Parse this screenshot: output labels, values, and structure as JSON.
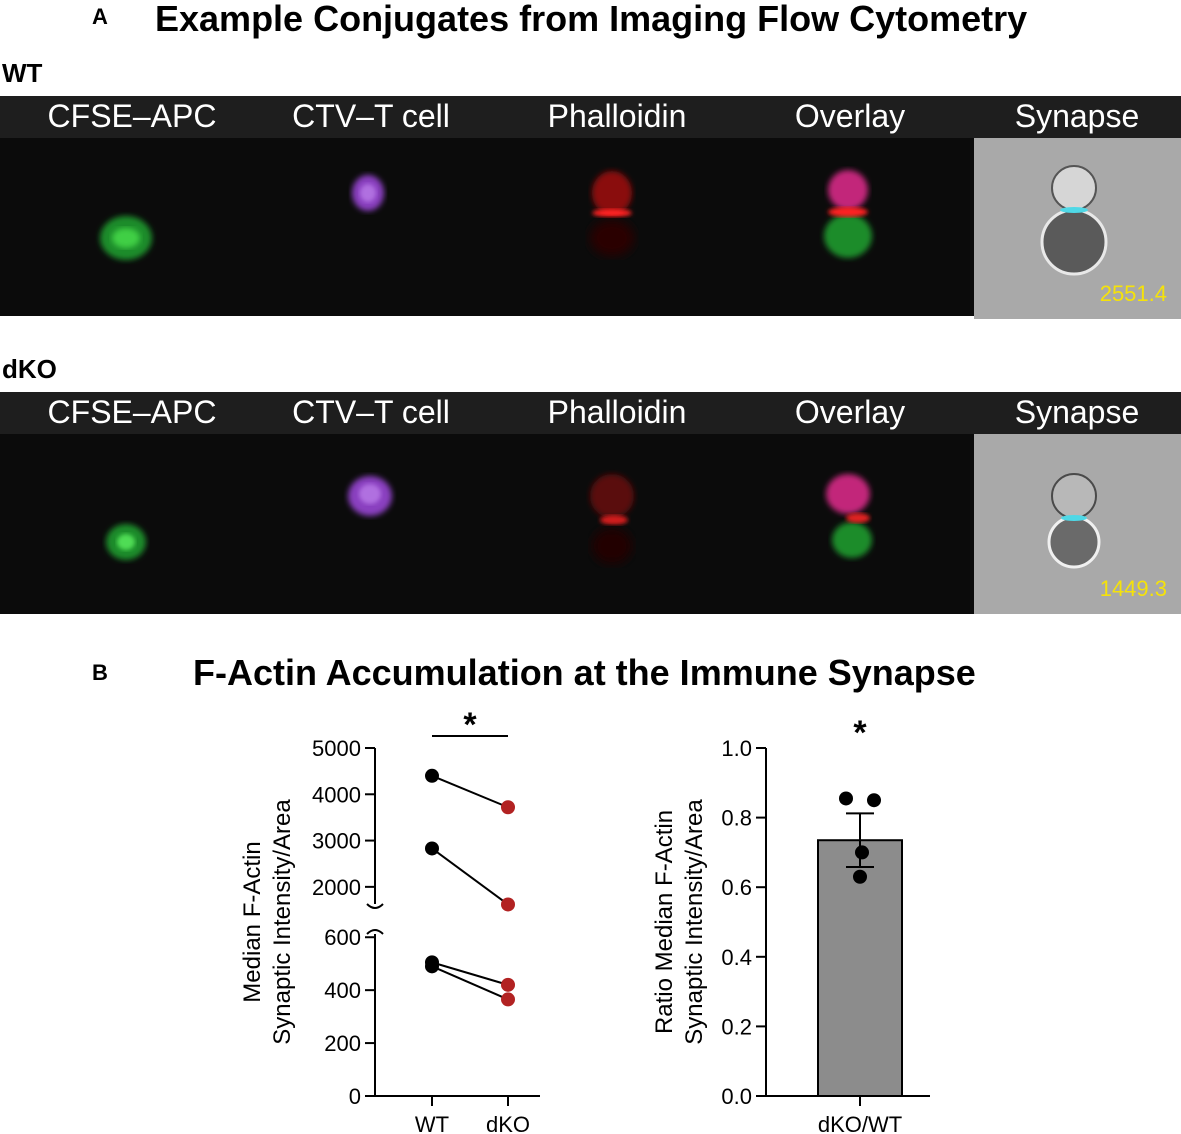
{
  "panel_a": {
    "letter": "A",
    "title": "Example Conjugates from Imaging Flow Cytometry",
    "columns": [
      "CFSE–APC",
      "CTV–T cell",
      "Phalloidin",
      "Overlay",
      "Synapse"
    ],
    "rows": [
      {
        "label": "WT",
        "synapse_value": "2551.4"
      },
      {
        "label": "dKO",
        "synapse_value": "1449.3"
      }
    ]
  },
  "panel_b": {
    "letter": "B",
    "title": "F-Actin Accumulation at the Immune Synapse"
  },
  "chart_data": [
    {
      "type": "scatter",
      "title": "",
      "ylabel": "Median F-Actin Synaptic Intensity/Area",
      "ylabel_lines": [
        "Median F-Actin",
        "Synaptic Intensity/Area"
      ],
      "categories": [
        "WT",
        "dKO"
      ],
      "significance": "*",
      "y_axis_break": true,
      "y_upper_segment": {
        "ylim": [
          1500,
          5000
        ],
        "ticks": [
          "2000",
          "3000",
          "4000",
          "5000"
        ]
      },
      "y_lower_segment": {
        "ylim": [
          0,
          650
        ],
        "ticks": [
          "0",
          "200",
          "400",
          "600"
        ]
      },
      "pairs": [
        {
          "WT": 4400,
          "dKO": 3720
        },
        {
          "WT": 2830,
          "dKO": 1620
        },
        {
          "WT": 505,
          "dKO": 420
        },
        {
          "WT": 490,
          "dKO": 365
        }
      ],
      "colors": {
        "WT": "#000000",
        "dKO": "#b22222"
      }
    },
    {
      "type": "bar",
      "title": "",
      "ylabel": "Ratio Median F-Actin Synaptic Intensity/Area",
      "ylabel_lines": [
        "Ratio Median F-Actin",
        "Synaptic Intensity/Area"
      ],
      "categories": [
        "dKO/WT"
      ],
      "values": [
        0.735
      ],
      "error": [
        0.077
      ],
      "points": [
        0.855,
        0.85,
        0.7,
        0.63
      ],
      "ylim": [
        0,
        1.0
      ],
      "ticks": [
        "0.0",
        "0.2",
        "0.4",
        "0.6",
        "0.8",
        "1.0"
      ],
      "significance": "*",
      "bar_color": "#8c8c8c"
    }
  ]
}
